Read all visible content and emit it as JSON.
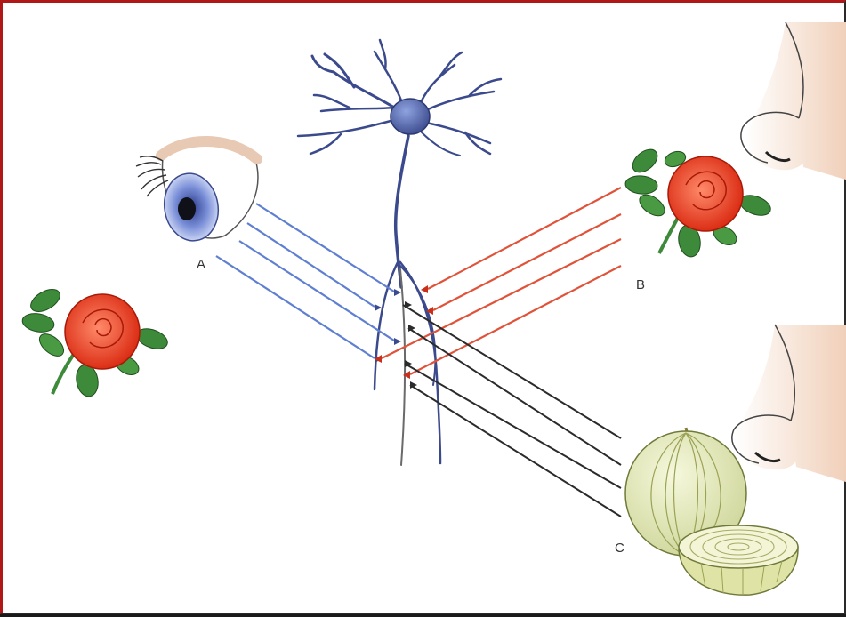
{
  "labels": {
    "a": "A",
    "b": "B",
    "c": "C"
  },
  "colors": {
    "neuron": "#3b4a8c",
    "visual_pathway": "#5f7fd0",
    "rose_smell_pathway": "#e0533a",
    "onion_smell_pathway": "#2b2b2b",
    "rose_petal": "#e83a1e",
    "leaf": "#3d8a3a",
    "skin": "#f4dcc8",
    "onion": "#e4e8b4"
  },
  "icons": {
    "eye": "eye-icon",
    "neuron": "neuron-icon",
    "rose_left": "rose-icon",
    "rose_right": "rose-icon",
    "nose_top": "nose-icon",
    "nose_bottom": "nose-icon",
    "onion": "onion-icon"
  }
}
